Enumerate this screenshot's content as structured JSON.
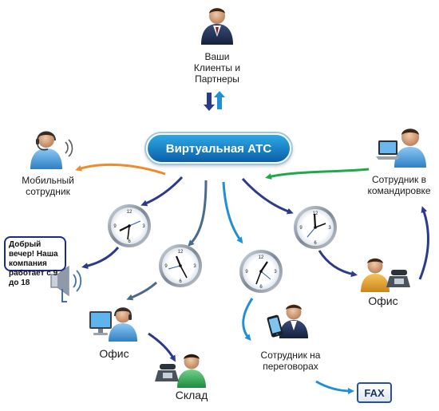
{
  "title": "Виртуальная АТС",
  "clients_label": [
    "Ваши",
    "Клиенты и",
    "Партнеры"
  ],
  "mobile_label": [
    "Мобильный",
    "сотрудник"
  ],
  "travel_label": [
    "Сотрудник в",
    "командировке"
  ],
  "office_left_label": "Офис",
  "office_right_label": "Офис",
  "warehouse_label": "Склад",
  "negotiation_label": [
    "Сотрудник на",
    "переговорах"
  ],
  "greeting": "Добрый вечер! Наша компания работает с 9 до 18",
  "fax_label": "FAX",
  "colors": {
    "accent_blue": "#1f8fd6",
    "navy": "#2b3a8c",
    "orange": "#f08a2c",
    "green": "#1faa4a",
    "slate": "#4a6a8e"
  },
  "icons": [
    "person-icon",
    "headset-person-icon",
    "laptop-person-icon",
    "clock-icon",
    "speaker-icon",
    "monitor-icon",
    "telephone-icon",
    "smartphone-icon",
    "fax-icon"
  ]
}
